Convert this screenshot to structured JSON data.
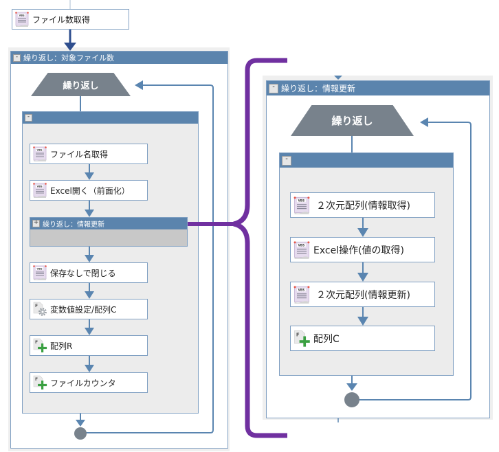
{
  "colors": {
    "header_blue": "#5b84ad",
    "connector_blue": "#5a85b0",
    "main_arrow": "#2f4f8f",
    "loop_shape": "#78828c",
    "highlight_brace": "#7030a0"
  },
  "top_step": {
    "label": "ファイル数取得",
    "icon": "vbs-script-icon"
  },
  "outer_loop": {
    "title": "繰り返し：対象ファイル数",
    "collapse_glyph": "-",
    "loop_label": "繰り返し",
    "sequence": {
      "collapse_glyph": "-",
      "steps": [
        {
          "label": "ファイル名取得",
          "icon": "vbs-script-icon"
        },
        {
          "label": "Excel開く（前面化）",
          "icon": "vbs-script-icon"
        },
        {
          "label": "繰り返し：情報更新",
          "icon": "expand-icon",
          "expand_glyph": "+",
          "collapsed": true
        },
        {
          "label": "保存なしで閉じる",
          "icon": "vbs-script-icon"
        },
        {
          "label": "変数値設定/配列C",
          "icon": "function-gear-icon"
        },
        {
          "label": "配列R",
          "icon": "function-add-icon"
        },
        {
          "label": "ファイルカウンタ",
          "icon": "function-add-icon"
        }
      ]
    }
  },
  "detail_loop": {
    "title": "繰り返し：情報更新",
    "collapse_glyph": "-",
    "loop_label": "繰り返し",
    "sequence": {
      "collapse_glyph": "-",
      "steps": [
        {
          "label": "２次元配列(情報取得)",
          "icon": "vbs-script-icon"
        },
        {
          "label": "Excel操作(値の取得)",
          "icon": "vbs-script-icon"
        },
        {
          "label": "２次元配列(情報更新)",
          "icon": "vbs-script-icon"
        },
        {
          "label": "配列C",
          "icon": "function-add-icon"
        }
      ]
    }
  },
  "icon_text": {
    "vbs": "VBS",
    "function": "F"
  }
}
